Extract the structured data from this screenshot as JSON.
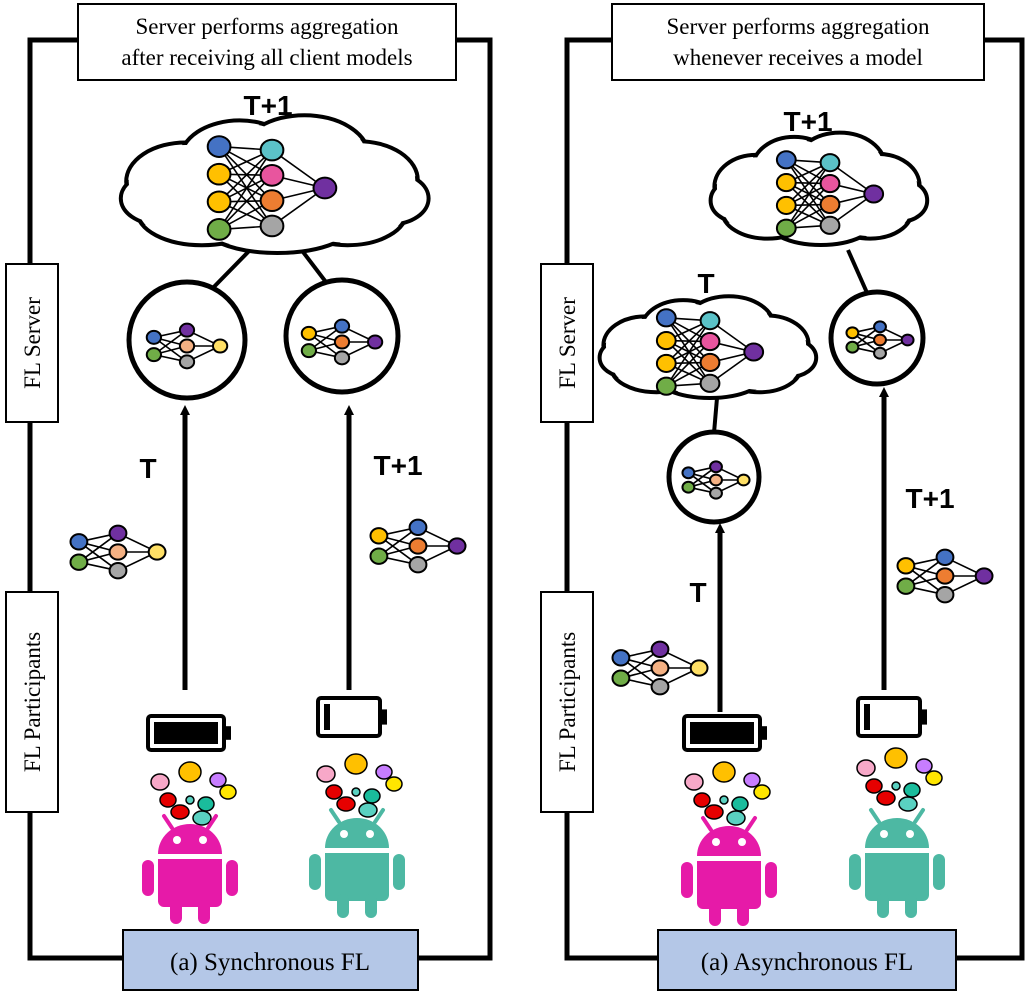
{
  "panels": [
    {
      "header": [
        "Server performs aggregation",
        "after receiving all client models"
      ],
      "server_label": "FL Server",
      "participants_label": "FL Participants",
      "caption": "(a) Synchronous FL",
      "cloud_top_label": "T+1",
      "client_left_round": "T",
      "client_right_round": "T+1"
    },
    {
      "header": [
        "Server performs aggregation",
        "whenever receives a model"
      ],
      "server_label": "FL Server",
      "participants_label": "FL Participants",
      "caption": "(a) Asynchronous FL",
      "cloud_top_label": "T+1",
      "cloud_mid_label": "T",
      "client_left_round": "T",
      "client_right_round": "T+1"
    }
  ],
  "colors": {
    "android_left": "#e61aa8",
    "android_right": "#4db8a3",
    "caption_fill": "#b4c7e7",
    "node_blue": "#4472c4",
    "node_teal": "#5bc2c8",
    "node_pink": "#e8559e",
    "node_orange": "#ed7d31",
    "node_yellow": "#ffc000",
    "node_green": "#70ad47",
    "node_gray": "#a5a5a5",
    "node_purple": "#7030a0",
    "node_peach": "#f4b183",
    "node_lightyellow": "#ffe066"
  }
}
